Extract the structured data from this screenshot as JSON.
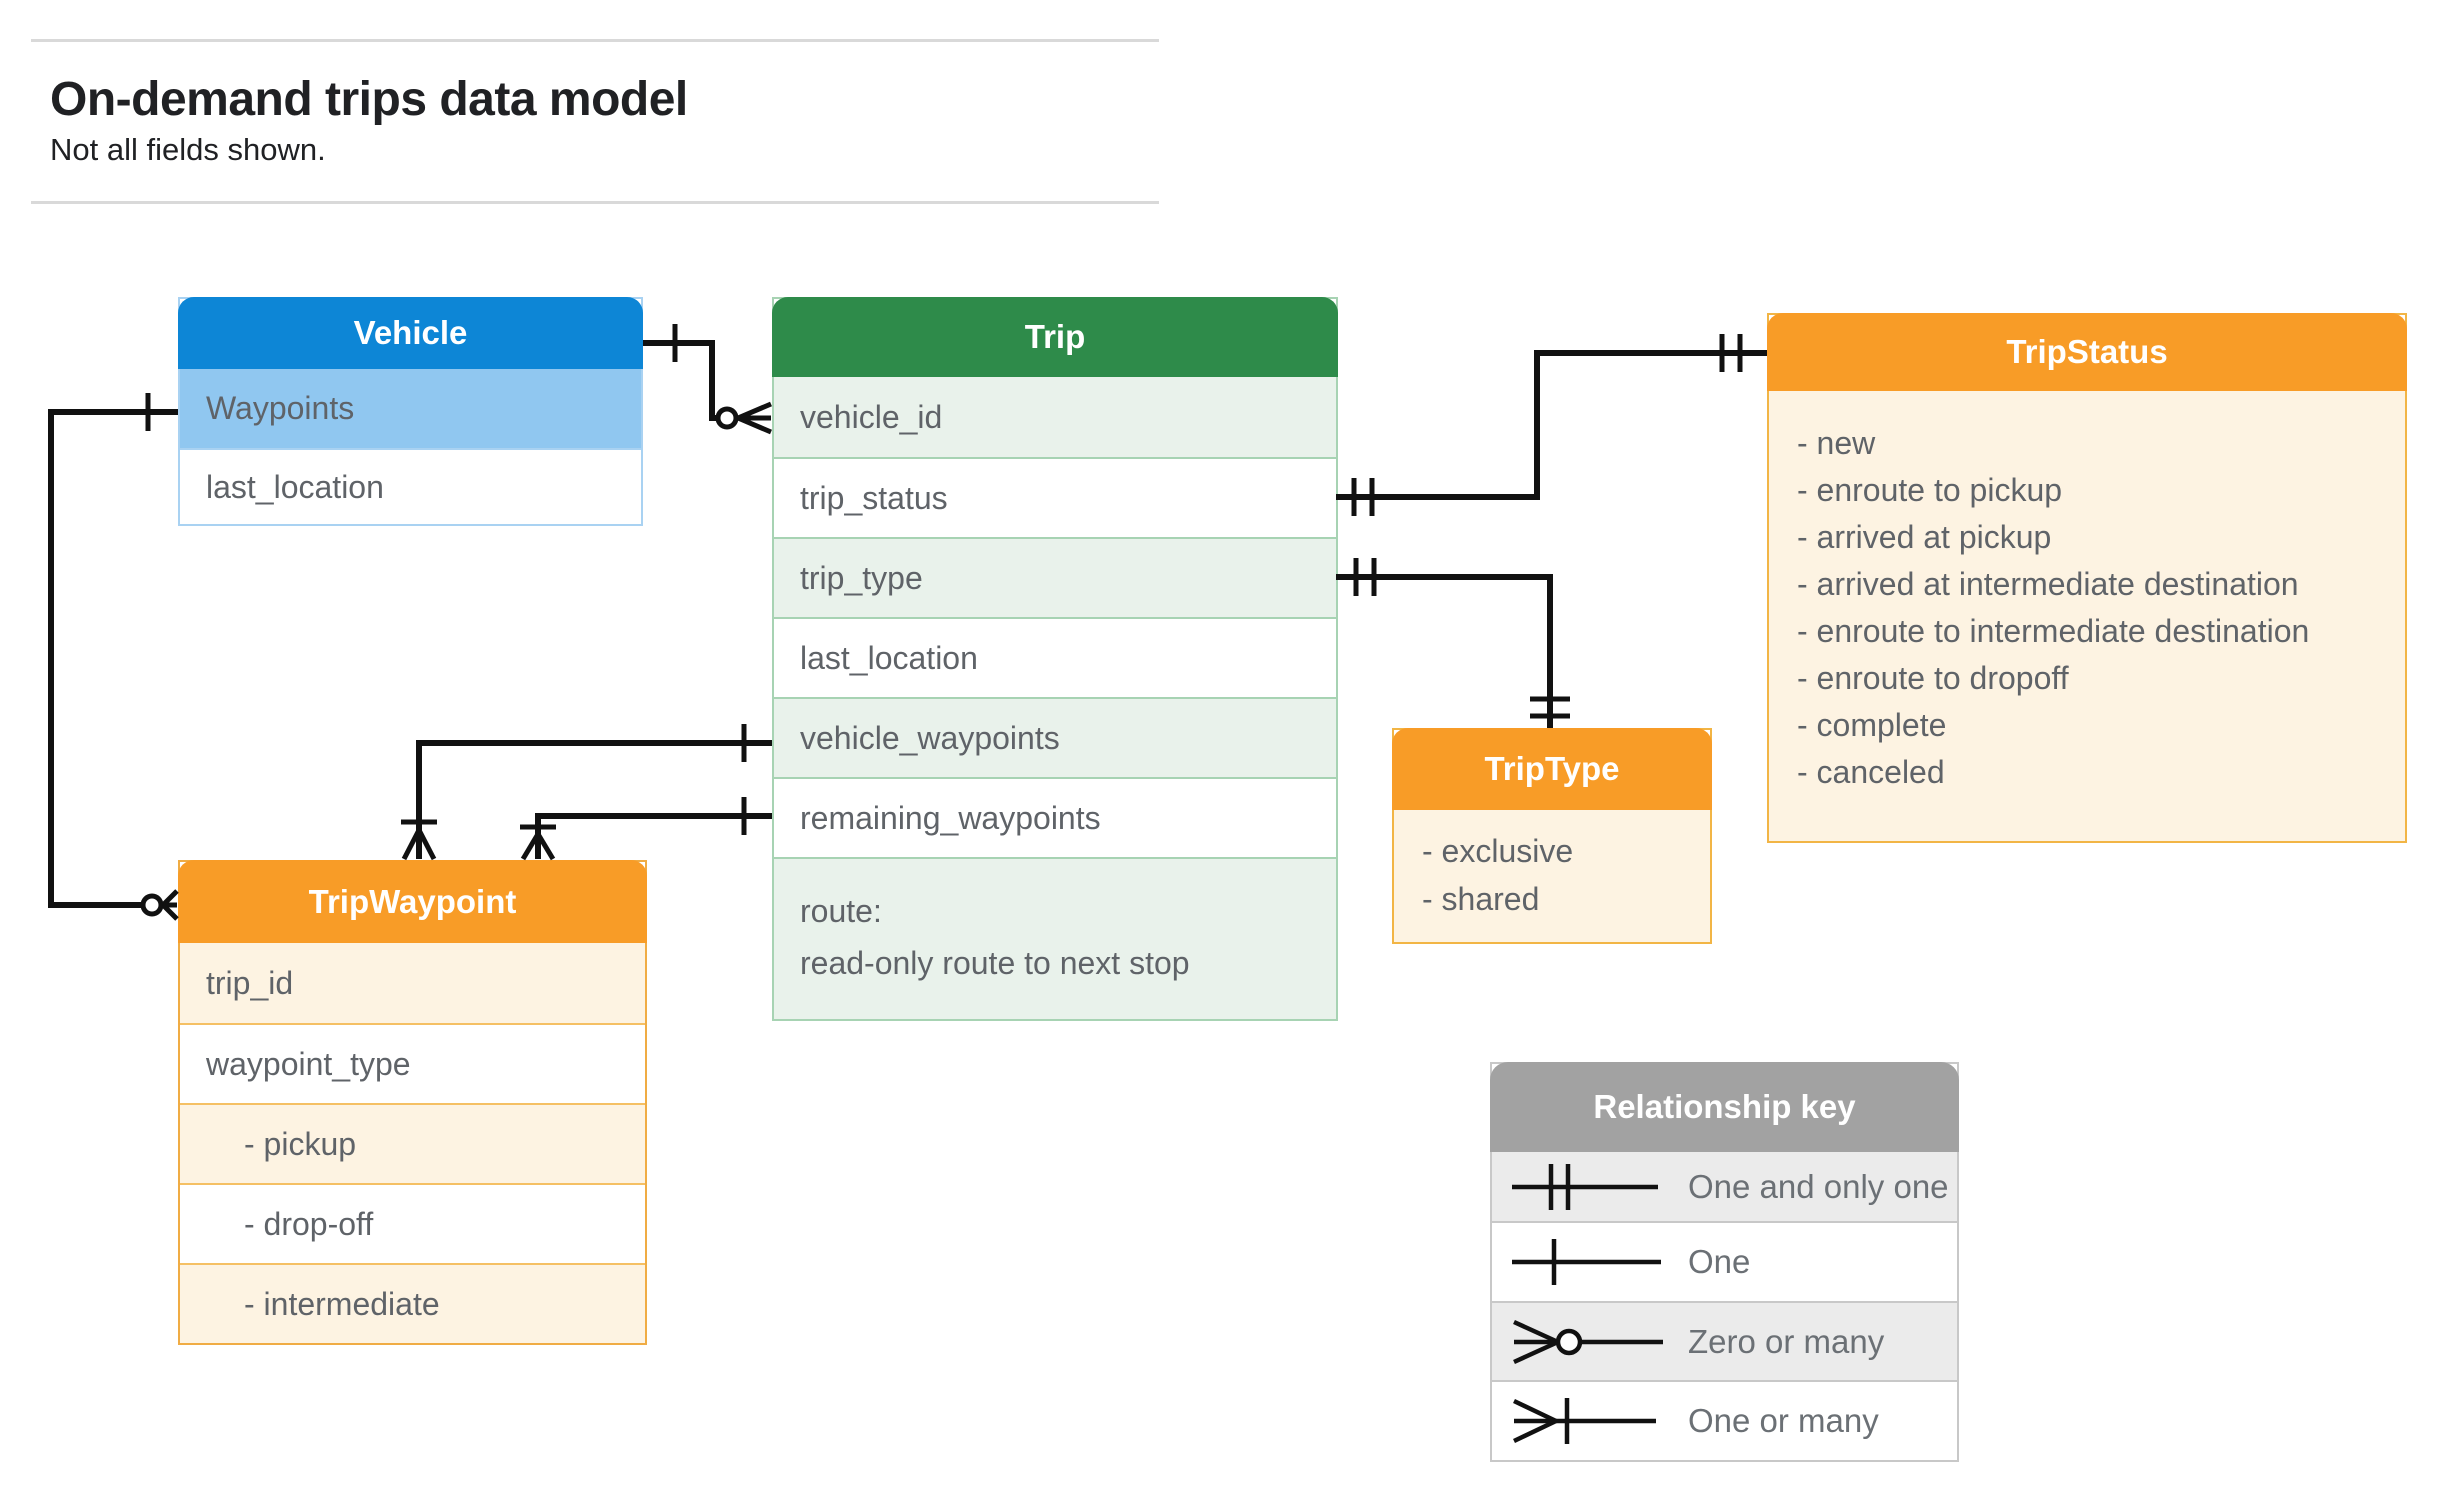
{
  "header": {
    "title": "On-demand trips data model",
    "subtitle": "Not all fields shown."
  },
  "entities": {
    "vehicle": {
      "title": "Vehicle",
      "fields": [
        "Waypoints",
        "last_location"
      ]
    },
    "trip": {
      "title": "Trip",
      "fields": [
        "vehicle_id",
        "trip_status",
        "trip_type",
        "last_location",
        "vehicle_waypoints",
        "remaining_waypoints"
      ],
      "route_field": {
        "line1": "route:",
        "line2": "read-only route to next stop"
      }
    },
    "tripstatus": {
      "title": "TripStatus",
      "values": [
        "- new",
        "- enroute to pickup",
        "- arrived at pickup",
        "- arrived at intermediate destination",
        "- enroute to intermediate destination",
        "- enroute to dropoff",
        "- complete",
        "- canceled"
      ]
    },
    "triptype": {
      "title": "TripType",
      "values": [
        "- exclusive",
        "- shared"
      ]
    },
    "tripwaypoint": {
      "title": "TripWaypoint",
      "fields": [
        "trip_id",
        "waypoint_type",
        "- pickup",
        "- drop-off",
        "- intermediate"
      ]
    }
  },
  "legend": {
    "title": "Relationship key",
    "entries": [
      {
        "symbol": "one-and-only-one",
        "label": "One and only one"
      },
      {
        "symbol": "one",
        "label": "One"
      },
      {
        "symbol": "zero-or-many",
        "label": "Zero or many"
      },
      {
        "symbol": "one-or-many",
        "label": "One or many"
      }
    ]
  },
  "colors": {
    "vehicle_header": "#0d86d6",
    "vehicle_highlight_row": "#90c7f0",
    "vehicle_border": "#a9d2f2",
    "trip_header": "#2e8b4a",
    "trip_row_tint": "#e9f2eb",
    "trip_border": "#a7d3b3",
    "orange_header": "#f89c27",
    "orange_row_tint": "#fdf3e2",
    "orange_border": "#f2b545",
    "legend_header": "#a2a2a2",
    "legend_row_tint": "#ebebeb",
    "connector": "#111111",
    "body_text": "#5f6368",
    "title_text": "#202124"
  }
}
